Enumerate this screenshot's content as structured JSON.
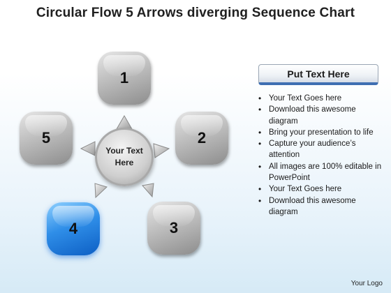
{
  "title": "Circular Flow 5 Arrows diverging Sequence Chart",
  "center_text": "Your Text Here",
  "nodes": [
    {
      "label": "1",
      "style": "gray"
    },
    {
      "label": "2",
      "style": "gray"
    },
    {
      "label": "3",
      "style": "gray"
    },
    {
      "label": "4",
      "style": "blue"
    },
    {
      "label": "5",
      "style": "gray"
    }
  ],
  "panel": {
    "heading": "Put Text Here",
    "bullets": [
      "Your Text Goes here",
      "Download this awesome diagram",
      "Bring your presentation to life",
      "Capture your audience’s attention",
      "All images are 100% editable in PowerPoint",
      "Your Text Goes here",
      "Download this awesome diagram"
    ]
  },
  "logo_text": "Your Logo",
  "colors": {
    "accent_blue": "#2f8ee8",
    "node_gray": "#bdbdbd",
    "heading_underline": "#3f6fb2"
  }
}
